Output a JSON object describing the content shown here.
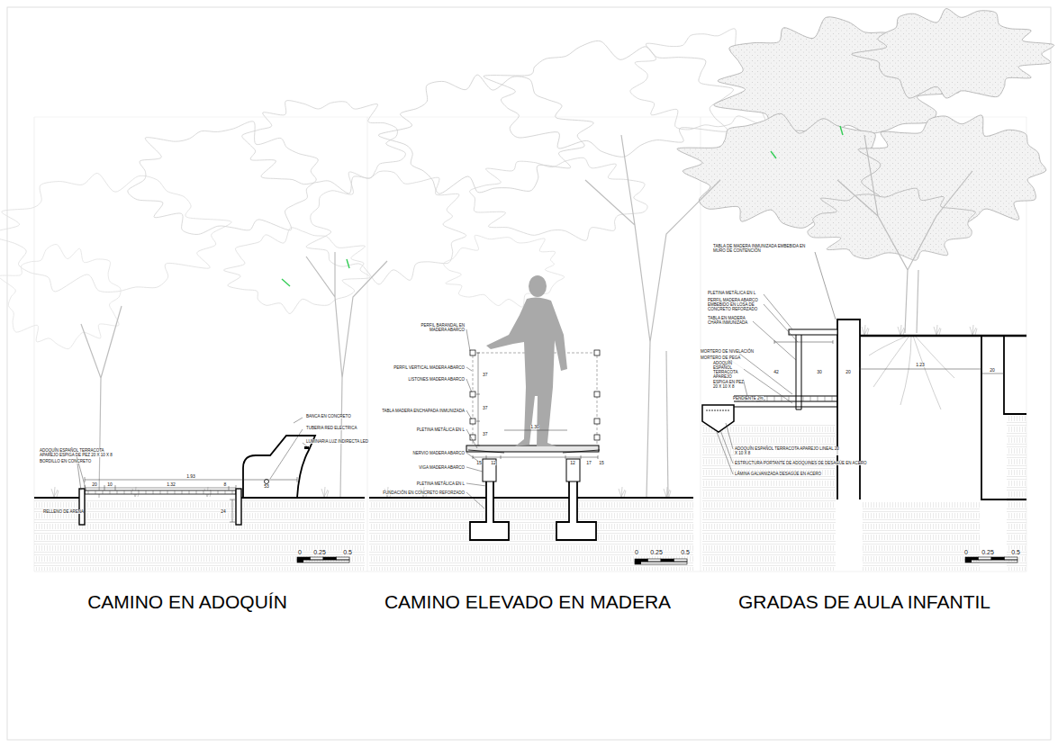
{
  "diagram": {
    "labels": [
      "BANCA EN CONCRETO",
      "TUBERIA RED ELECTRICA",
      "LUMINARIA LUZ INDIRECTA LED",
      "ADOQUÍN ESPAÑOL TERRACOTA APAREJO ESPIGA DE PEZ 20 X 10 X 8",
      "BORDILLO EN CONCRETO",
      "RELLENO DE ARENA",
      "1.93",
      "20",
      "10",
      "1.32",
      "8",
      "53",
      "24",
      "0",
      "0.25",
      "0.5",
      "CAMINO EN ADOQUÍN",
      "PERFIL BARANDAL EN MADERA ABARCO",
      "PERFIL VERTICAL MADERA ABARCO",
      "LISTONES MADERA ABARCO",
      "TABLA MADERA ENCHAPADA INMUNIZADA",
      "PLETINA METÁLICA EN L",
      "NERVIO MADERA ABARCO",
      "VIGA MADERA ABARCO",
      "PLETINA METÁLICA EN L",
      "FUNDACIÓN EN CONCRETO REFORZADO",
      "37",
      "37",
      "37",
      "1.30",
      "15",
      "12",
      "12",
      "17",
      "15",
      "0",
      "0.25",
      "0.5",
      "CAMINO ELEVADO EN MADERA",
      "TABLA DE MADERA INMUNIZADA EMBEBIDA EN MURO DE CONTENCIÓN",
      "PLETINA METÁLICA EN L",
      "PERFIL MADERA ABARCO EMBEBIDO EN LOSA DE CONCRETO REFORZADO",
      "TABLA EN MADERA CHAPA INMUNIZADA",
      "MORTERO DE NIVELACIÓN",
      "MORTERO DE PEGA",
      "ADOQUÍN ESPAÑOL TERRACOTA APAREJO ESPIGA EN PEZ 20 X 10 X 8",
      "PENDIENTE 2%",
      "ADOQUÍN ESPAÑOL TERRACOTA APAREJO LINEAL 20 X 10 X 8",
      "ESTRUCTURA PORTANTE DE ADOQUINES DE DESAGÜE EN ACERO",
      "LÁMINA GALVANIZADA DESAGÜE EN ACERO",
      "42",
      "30",
      "20",
      "1.23",
      "20",
      "0",
      "0.25",
      "0.5",
      "GRADAS DE AULA INFANTIL"
    ]
  }
}
